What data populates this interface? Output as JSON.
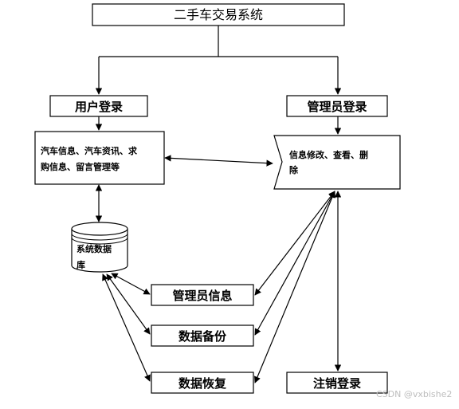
{
  "diagram": {
    "title": "二手车交易系统",
    "user_login": "用户登录",
    "admin_login": "管理员登录",
    "user_functions": [
      "汽车信息、汽车资讯、求",
      "购信息、留言管理等"
    ],
    "admin_functions": [
      "信息修改、查看、删",
      "除"
    ],
    "database": [
      "系统数据",
      "库"
    ],
    "admin_info": "管理员信息",
    "data_backup": "数据备份",
    "data_restore": "数据恢复",
    "logout": "注销登录"
  },
  "watermark": "CSDN @vxbishe2"
}
